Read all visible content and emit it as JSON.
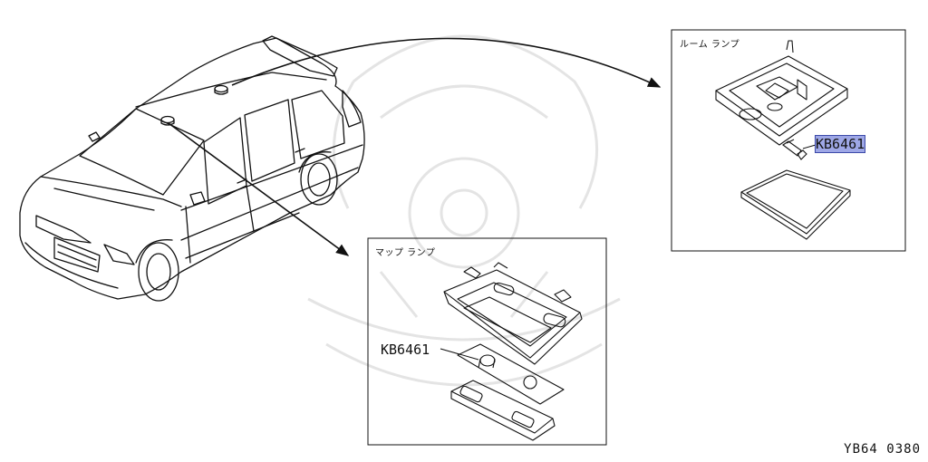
{
  "room_lamp_panel": {
    "title": "ルーム ランプ",
    "part_number": "KB6461"
  },
  "map_lamp_panel": {
    "title": "マップ ランプ",
    "part_number": "KB6461"
  },
  "diagram_code": "YB64 0380",
  "colors": {
    "highlight": "#9ea7e6",
    "line": "#111111",
    "watermark": "#e4e4e4"
  }
}
